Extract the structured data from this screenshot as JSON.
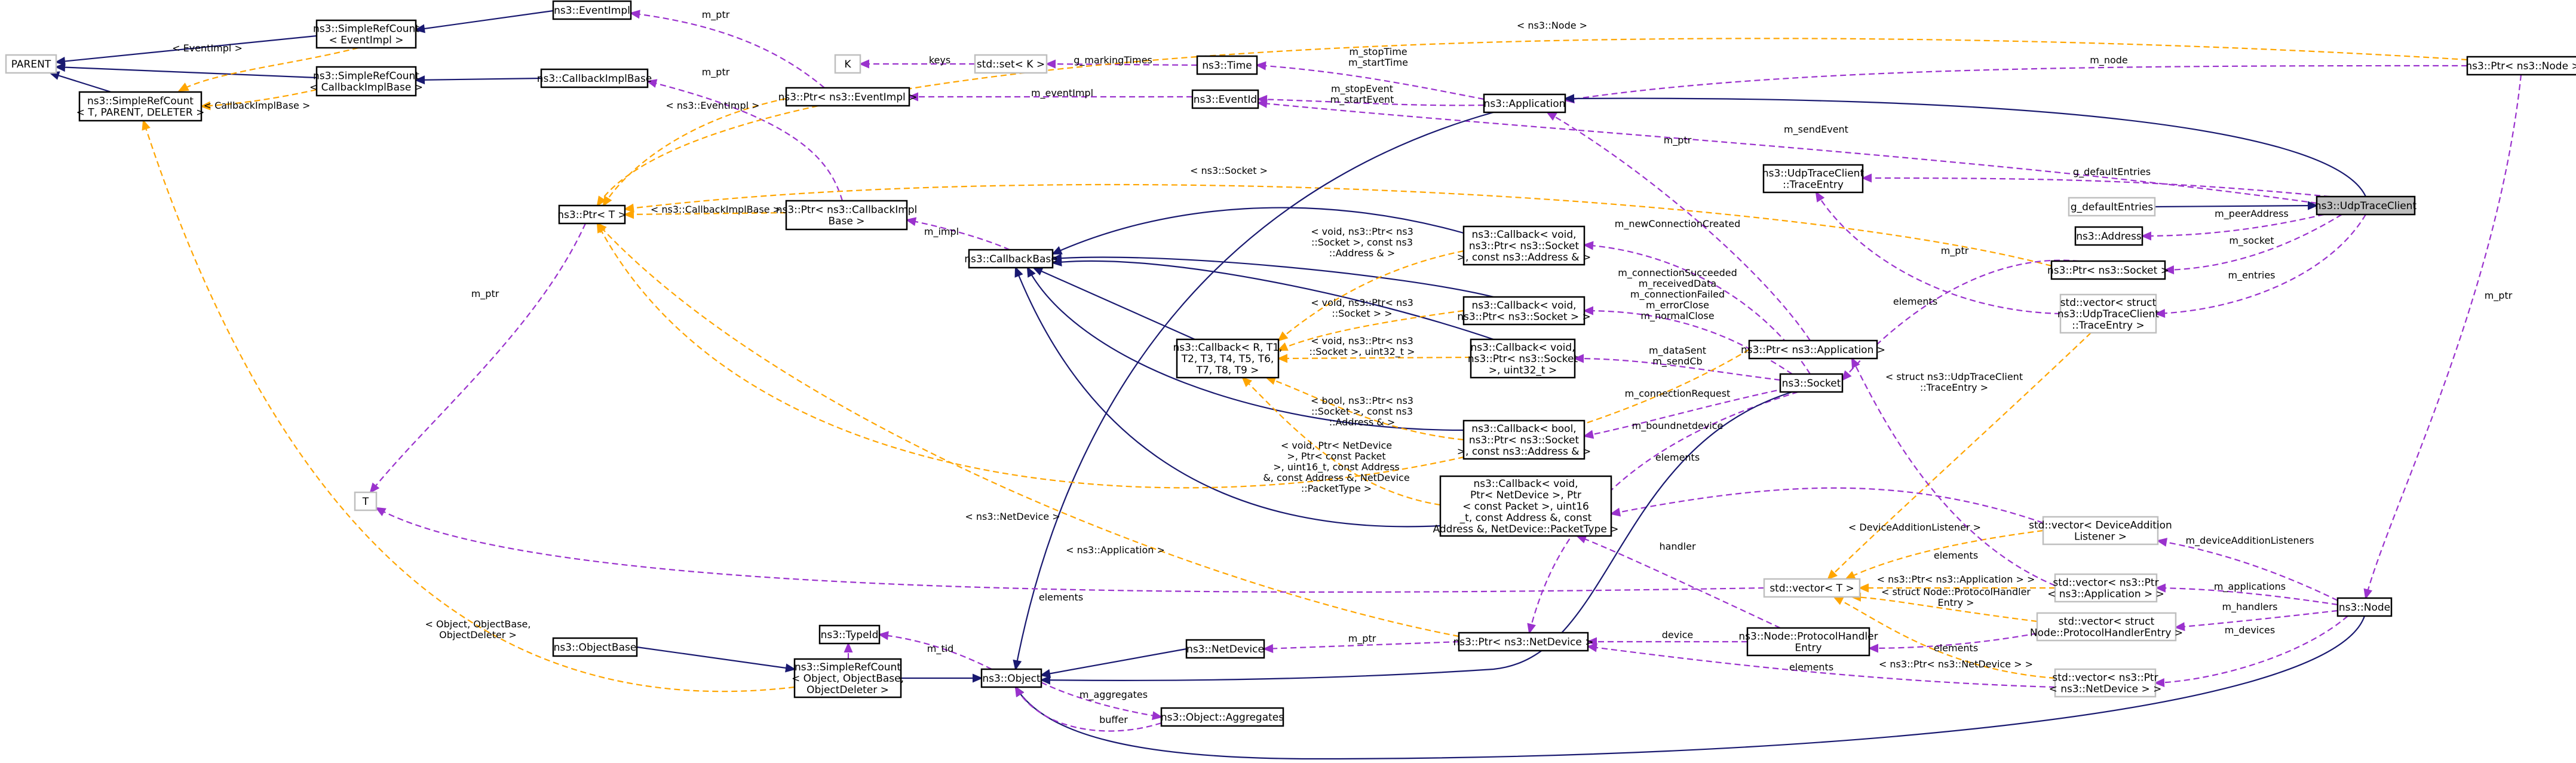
{
  "diagram_title": "",
  "colors": {
    "inheritance_edge": "#191970",
    "usage_edge": "#9a32cd",
    "template_edge": "#ffa500",
    "selected_fill": "#bfbfbf",
    "gray_border": "#bfbfbf"
  },
  "nodes": {
    "parent": [
      "PARENT"
    ],
    "simplerefcount_tpd": [
      "ns3::SimpleRefCount",
      "< T, PARENT, DELETER >"
    ],
    "simplerefcount_eventimpl": [
      "ns3::SimpleRefCount",
      "< EventImpl >"
    ],
    "simplerefcount_cbib": [
      "ns3::SimpleRefCount",
      "< CallbackImplBase >"
    ],
    "eventimpl": [
      "ns3::EventImpl"
    ],
    "callbackimplbase": [
      "ns3::CallbackImplBase"
    ],
    "k": [
      "K"
    ],
    "set": [
      "std::set< K >"
    ],
    "time": [
      "ns3::Time"
    ],
    "ptr_eventimpl": [
      "ns3::Ptr< ns3::EventImpl >"
    ],
    "eventid": [
      "ns3::EventId"
    ],
    "application": [
      "ns3::Application"
    ],
    "ptr_node": [
      "ns3::Ptr< ns3::Node >"
    ],
    "ptr_t": [
      "ns3::Ptr< T >"
    ],
    "ptr_cbib": [
      "ns3::Ptr< ns3::CallbackImpl",
      "Base >"
    ],
    "callbackbase": [
      "ns3::CallbackBase"
    ],
    "udptraceclient_traceentry": [
      "ns3::UdpTraceClient",
      "::TraceEntry"
    ],
    "g_defaultentries": [
      "g_defaultEntries"
    ],
    "udptraceclient": [
      "ns3::UdpTraceClient"
    ],
    "address": [
      "ns3::Address"
    ],
    "ptr_socket": [
      "ns3::Ptr< ns3::Socket >"
    ],
    "vector_traceentry": [
      "std::vector< struct",
      "ns3::UdpTraceClient",
      "::TraceEntry >"
    ],
    "cb_void_socket_address": [
      "ns3::Callback< void,",
      "ns3::Ptr< ns3::Socket",
      ">, const ns3::Address & >"
    ],
    "cb_void_socket": [
      "ns3::Callback< void,",
      "ns3::Ptr< ns3::Socket > >"
    ],
    "cb_generic": [
      "ns3::Callback< R, T1,",
      "T2, T3, T4, T5, T6,",
      "T7, T8, T9 >"
    ],
    "cb_void_socket_uint": [
      "ns3::Callback< void,",
      "ns3::Ptr< ns3::Socket",
      ">, uint32_t >"
    ],
    "ptr_application": [
      "ns3::Ptr< ns3::Application >"
    ],
    "socket": [
      "ns3::Socket"
    ],
    "cb_bool_socket_address": [
      "ns3::Callback< bool,",
      "ns3::Ptr< ns3::Socket",
      ">, const ns3::Address & >"
    ],
    "cb_netdevice_packet": [
      "ns3::Callback< void,",
      "Ptr< NetDevice >, Ptr",
      "< const Packet >, uint16",
      "_t, const Address &, const",
      "Address &, NetDevice::PacketType >"
    ],
    "t": [
      "T"
    ],
    "vector_deviceadditionlistener": [
      "std::vector< DeviceAddition",
      "Listener >"
    ],
    "vector_t": [
      "std::vector< T >"
    ],
    "vector_ptr_application": [
      "std::vector< ns3::Ptr",
      "< ns3::Application > >"
    ],
    "node": [
      "ns3::Node"
    ],
    "vector_protocolhandlerentry": [
      "std::vector< struct",
      "Node::ProtocolHandlerEntry >"
    ],
    "objectbase": [
      "ns3::ObjectBase"
    ],
    "typeid": [
      "ns3::TypeId"
    ],
    "simplerefcount_object": [
      "ns3::SimpleRefCount",
      "< Object, ObjectBase,",
      "ObjectDeleter >"
    ],
    "object": [
      "ns3::Object"
    ],
    "netdevice": [
      "ns3::NetDevice"
    ],
    "ptr_netdevice": [
      "ns3::Ptr< ns3::NetDevice >"
    ],
    "protocolhandlerentry": [
      "ns3::Node::ProtocolHandler",
      "Entry"
    ],
    "vector_ptr_netdevice": [
      "std::vector< ns3::Ptr",
      "< ns3::NetDevice > >"
    ],
    "object_aggregates": [
      "ns3::Object::Aggregates"
    ]
  },
  "edge_labels": {
    "node_tmpl": [
      "< ns3::Node >"
    ],
    "eventimpl_tmpl": [
      "< EventImpl >"
    ],
    "cbib_tmpl": [
      "< CallbackImplBase >"
    ],
    "m_ptr_eventimpl": [
      "m_ptr"
    ],
    "m_ptr_cbib": [
      "m_ptr"
    ],
    "keys": [
      "keys"
    ],
    "g_markingtimes": [
      "g_markingTimes"
    ],
    "stop_start_time": [
      "m_stopTime",
      "m_startTime"
    ],
    "m_node": [
      "m_node"
    ],
    "m_eventimpl": [
      "m_eventImpl"
    ],
    "stop_start_event": [
      "m_stopEvent",
      "m_startEvent"
    ],
    "eventimpl_ptr_tmpl": [
      "< ns3::EventImpl >"
    ],
    "m_sendevent": [
      "m_sendEvent"
    ],
    "m_ptr_app": [
      "m_ptr"
    ],
    "socket_tmpl": [
      "< ns3::Socket >"
    ],
    "g_defaultentries_edge": [
      "g_defaultEntries"
    ],
    "cbib_ptr_tmpl": [
      "< ns3::CallbackImplBase >"
    ],
    "m_impl": [
      "m_impl"
    ],
    "m_peeraddress": [
      "m_peerAddress"
    ],
    "m_socket": [
      "m_socket"
    ],
    "m_ptr_socket": [
      "m_ptr"
    ],
    "m_entries": [
      "m_entries"
    ],
    "elements_traceentry": [
      "elements"
    ],
    "m_newconnectioncreated": [
      "m_newConnectionCreated"
    ],
    "cb_socket_address_tmpl": [
      "< void, ns3::Ptr< ns3",
      "::Socket >, const ns3",
      "::Address & >"
    ],
    "m_conn_group": [
      "m_connectionSucceeded",
      "m_receivedData",
      "m_connectionFailed",
      "m_errorClose",
      "m_normalClose"
    ],
    "cb_socket_tmpl": [
      "< void, ns3::Ptr< ns3",
      "::Socket > >"
    ],
    "cb_uint_tmpl": [
      "< void, ns3::Ptr< ns3",
      "::Socket >, uint32_t >"
    ],
    "m_datasent": [
      "m_dataSent",
      "m_sendCb"
    ],
    "traceentry_tmpl": [
      "< struct ns3::UdpTraceClient",
      "::TraceEntry >"
    ],
    "m_ptr_t": [
      "m_ptr"
    ],
    "m_connectionrequest": [
      "m_connectionRequest"
    ],
    "cb_bool_tmpl": [
      "< bool, ns3::Ptr< ns3",
      "::Socket >, const ns3",
      "::Address & >"
    ],
    "m_boundnetdevice": [
      "m_boundnetdevice"
    ],
    "cb_netdevice_tmpl": [
      "< void, Ptr< NetDevice",
      ">, Ptr< const Packet",
      ">, uint16_t, const Address",
      "&, const Address &, NetDevice",
      "::PacketType >"
    ],
    "elements_dal": [
      "elements"
    ],
    "m_ptr_node": [
      "m_ptr"
    ],
    "netdevice_tmpl": [
      "< ns3::NetDevice >"
    ],
    "application_tmpl": [
      "< ns3::Application >"
    ],
    "dal_tmpl": [
      "< DeviceAdditionListener >"
    ],
    "handler": [
      "handler"
    ],
    "m_deviceadditionlisteners": [
      "m_deviceAdditionListeners"
    ],
    "elements_app": [
      "elements"
    ],
    "elements_t": [
      "elements"
    ],
    "ptr_application_tmpl": [
      "< ns3::Ptr< ns3::Application > >"
    ],
    "m_applications": [
      "m_applications"
    ],
    "phe_tmpl": [
      "< struct Node::ProtocolHandler",
      "Entry >"
    ],
    "m_handlers": [
      "m_handlers"
    ],
    "object_tmpl": [
      "< Object, ObjectBase,",
      "ObjectDeleter >"
    ],
    "elements_phe": [
      "elements"
    ],
    "m_devices": [
      "m_devices"
    ],
    "m_tid": [
      "m_tid"
    ],
    "m_ptr_netdevice": [
      "m_ptr"
    ],
    "device": [
      "device"
    ],
    "ptr_netdevice_tmpl": [
      "< ns3::Ptr< ns3::NetDevice > >"
    ],
    "elements_netdevice": [
      "elements"
    ],
    "m_aggregates": [
      "m_aggregates"
    ],
    "buffer": [
      "buffer"
    ]
  }
}
